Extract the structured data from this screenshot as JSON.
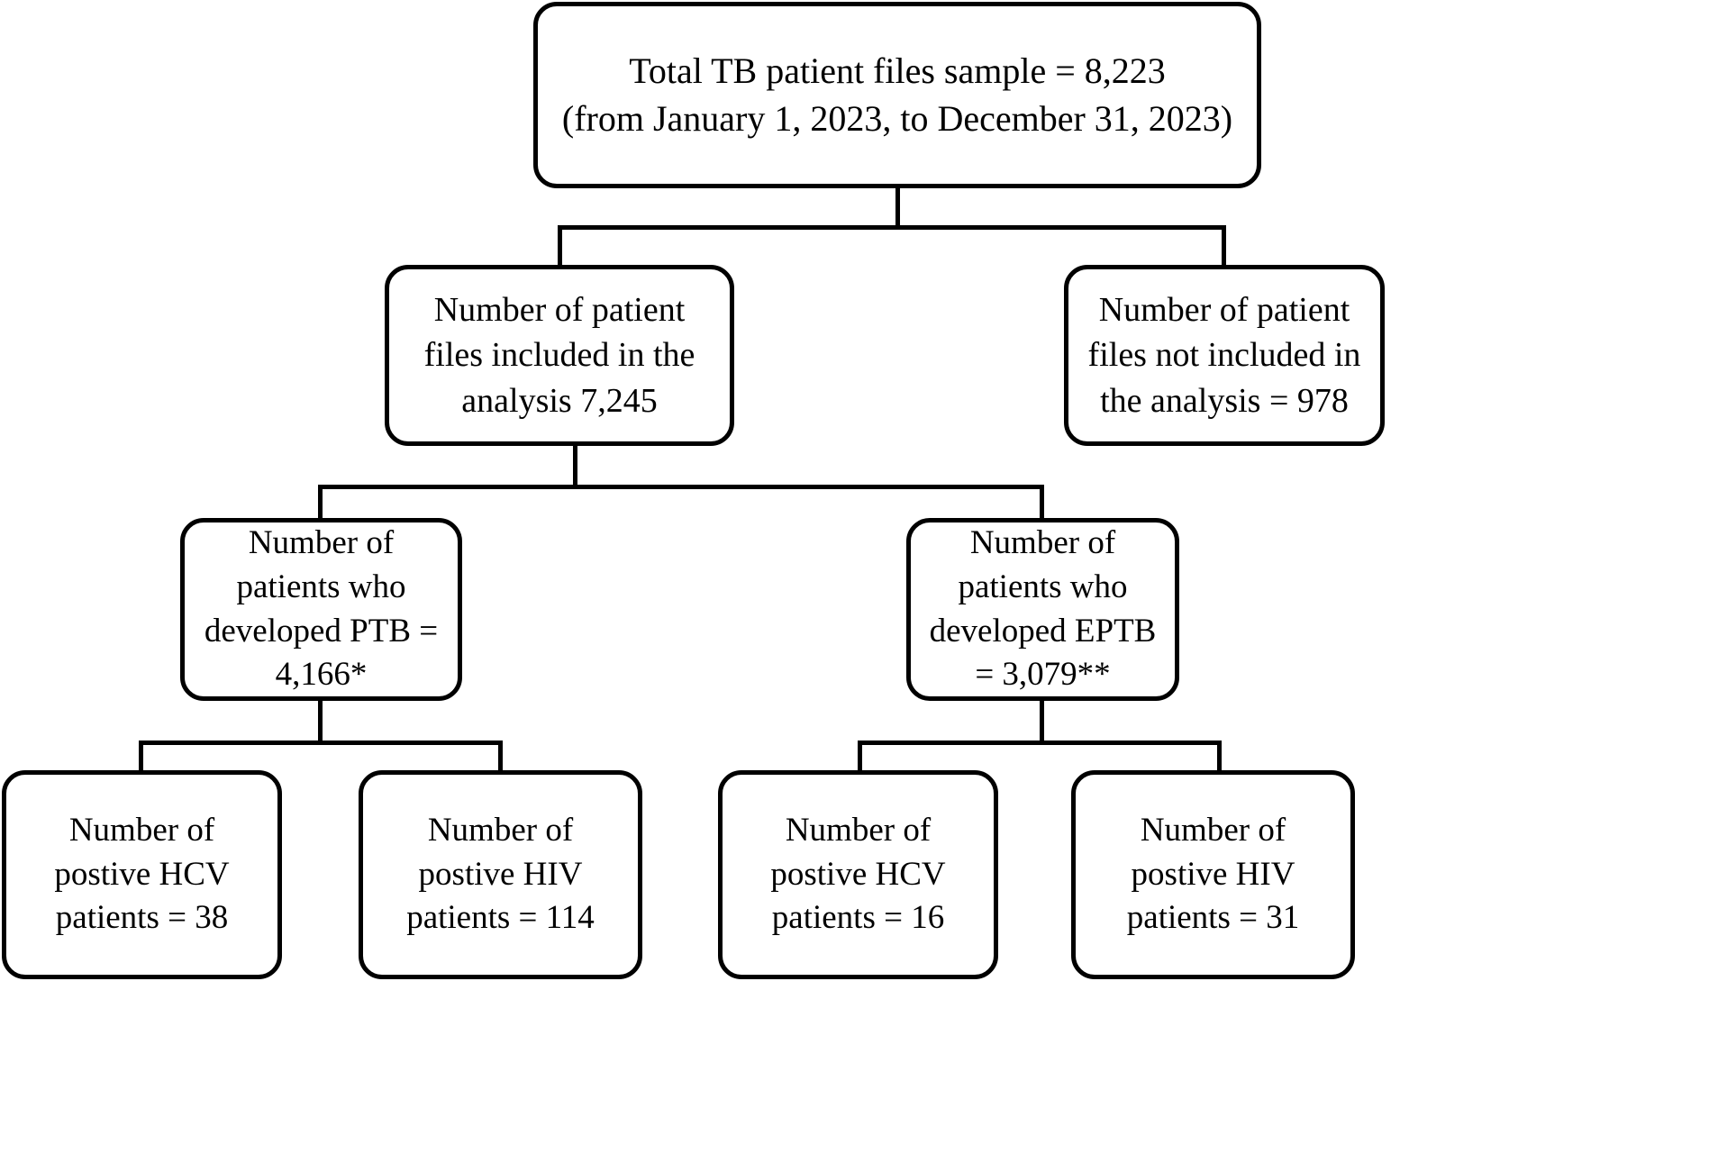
{
  "diagram": {
    "title": "TB patient file selection flowchart",
    "type": "flowchart",
    "stroke_color": "#000000",
    "fill_color": "#ffffff",
    "nodes": {
      "total": {
        "id": "total-tb-files",
        "lines": [
          "Total TB patient files sample = 8,223",
          "(from January 1, 2023, to December 31, 2023)"
        ]
      },
      "included": {
        "id": "files-included",
        "lines": [
          "Number of patient",
          "files included in the",
          "analysis 7,245"
        ]
      },
      "excluded": {
        "id": "files-not-included",
        "lines": [
          "Number of patient",
          "files not included in",
          "the analysis = 978"
        ]
      },
      "ptb": {
        "id": "developed-ptb",
        "lines": [
          "Number of",
          "patients who",
          "developed PTB =",
          "4,166*"
        ]
      },
      "eptb": {
        "id": "developed-eptb",
        "lines": [
          "Number of",
          "patients who",
          "developed EPTB",
          "= 3,079**"
        ]
      },
      "ptb_hcv": {
        "id": "ptb-positive-hcv",
        "lines": [
          "Number of",
          "postive HCV",
          "patients = 38"
        ]
      },
      "ptb_hiv": {
        "id": "ptb-positive-hiv",
        "lines": [
          "Number of",
          "postive HIV",
          "patients = 114"
        ]
      },
      "eptb_hcv": {
        "id": "eptb-positive-hcv",
        "lines": [
          "Number of",
          "postive HCV",
          "patients = 16"
        ]
      },
      "eptb_hiv": {
        "id": "eptb-positive-hiv",
        "lines": [
          "Number of",
          "postive HIV",
          "patients = 31"
        ]
      }
    },
    "values": {
      "total_sample": "8,223",
      "period_start": "January 1, 2023",
      "period_end": "December 31, 2023",
      "included": "7,245",
      "not_included": "978",
      "ptb": "4,166*",
      "eptb": "3,079**",
      "ptb_hcv_positive": "38",
      "ptb_hiv_positive": "114",
      "eptb_hcv_positive": "16",
      "eptb_hiv_positive": "31"
    }
  }
}
